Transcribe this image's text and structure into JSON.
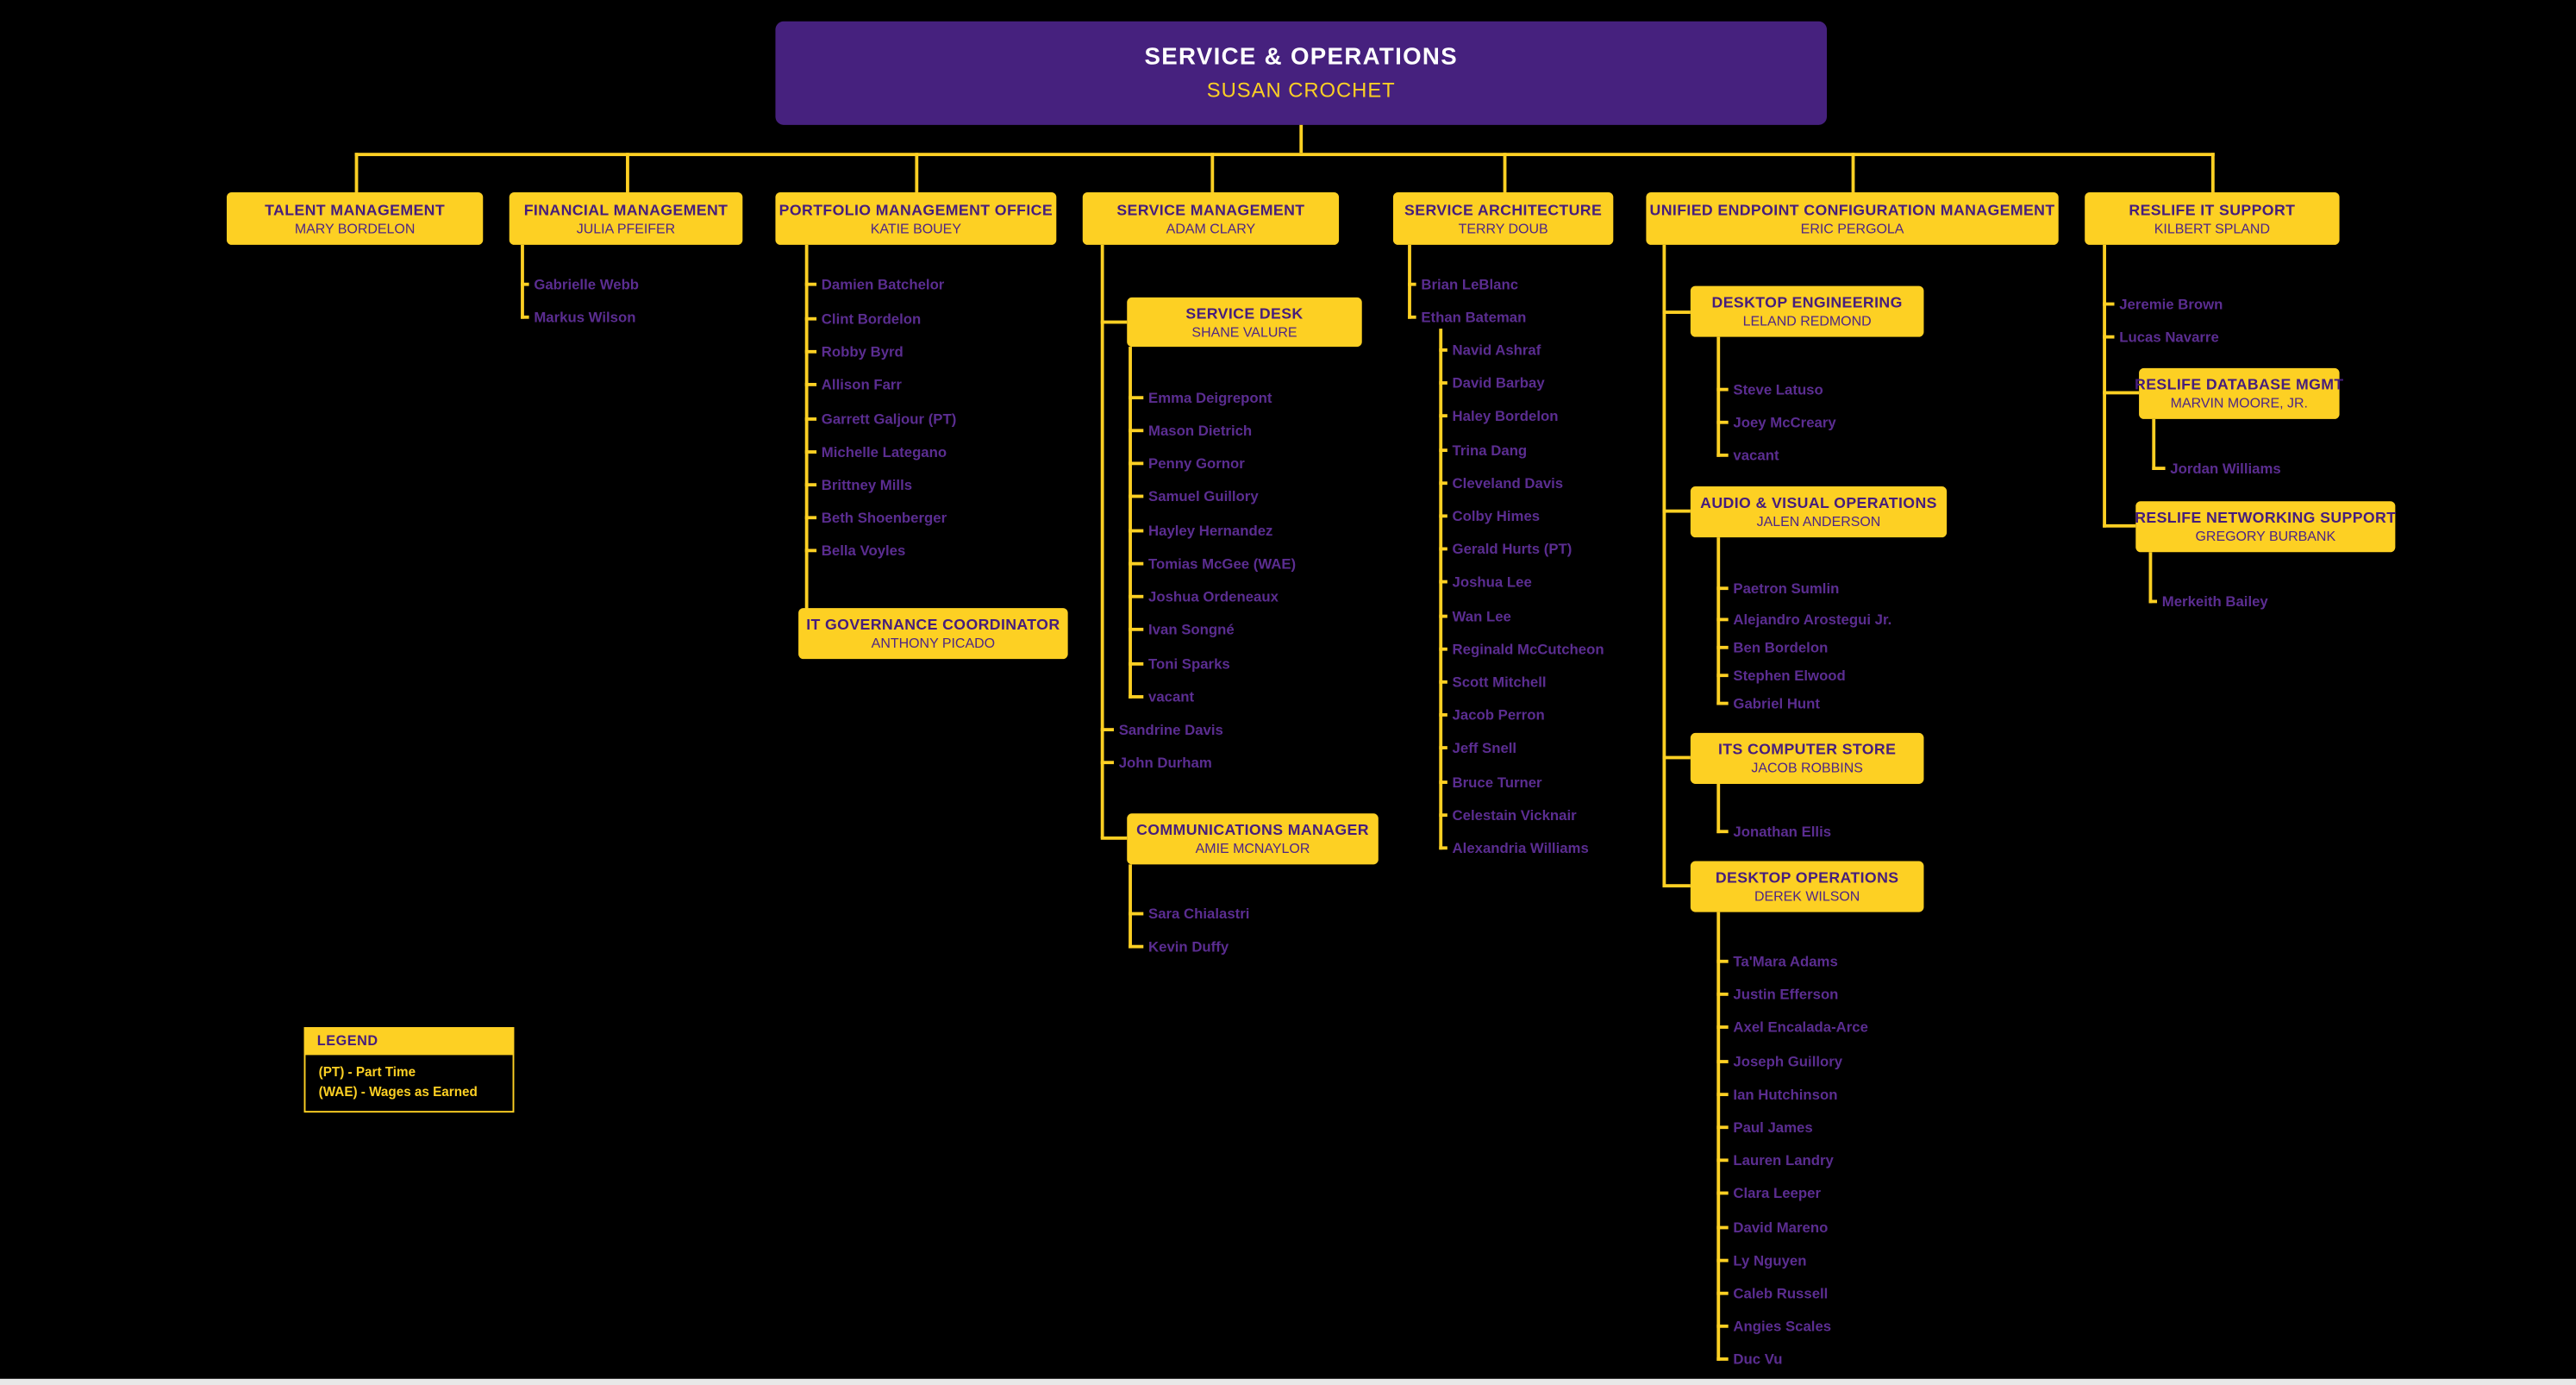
{
  "chart": {
    "root": {
      "title": "SERVICE & OPERATIONS",
      "name": "SUSAN CROCHET"
    },
    "departments": [
      {
        "id": "talent",
        "title": "TALENT MANAGEMENT",
        "name": "MARY BORDELON",
        "members": []
      },
      {
        "id": "financial",
        "title": "FINANCIAL MANAGEMENT",
        "name": "JULIA PFEIFER",
        "members": [
          "Gabrielle Webb",
          "Markus Wilson"
        ]
      },
      {
        "id": "pmo",
        "title": "PORTFOLIO MANAGEMENT OFFICE",
        "name": "KATIE BOUEY",
        "members": [
          "Damien Batchelor",
          "Clint Bordelon",
          "Robby Byrd",
          "Allison Farr",
          "Garrett Galjour (PT)",
          "Michelle Lategano",
          "Brittney Mills",
          "Beth Shoenberger",
          "Bella Voyles"
        ],
        "subunits": [
          {
            "id": "itgov",
            "title": "IT GOVERNANCE COORDINATOR",
            "name": "ANTHONY PICADO",
            "members": []
          }
        ]
      },
      {
        "id": "servmgmt",
        "title": "SERVICE MANAGEMENT",
        "name": "ADAM CLARY",
        "members": [
          "Sandrine Davis",
          "John Durham"
        ],
        "subunits": [
          {
            "id": "servicedesk",
            "title": "SERVICE DESK",
            "name": "SHANE VALURE",
            "members": [
              "Emma Deigrepont",
              "Mason Dietrich",
              "Penny Gornor",
              "Samuel Guillory",
              "Hayley Hernandez",
              "Tomias McGee (WAE)",
              "Joshua Ordeneaux",
              "Ivan Songné",
              "Toni Sparks",
              "vacant"
            ]
          },
          {
            "id": "comms",
            "title": "COMMUNICATIONS MANAGER",
            "name": "AMIE MCNAYLOR",
            "members": [
              "Sara Chialastri",
              "Kevin Duffy"
            ]
          }
        ]
      },
      {
        "id": "servarch",
        "title": "SERVICE ARCHITECTURE",
        "name": "TERRY DOUB",
        "members": [
          "Brian LeBlanc",
          "Ethan Bateman"
        ],
        "teams": [
          {
            "id": "ethan_team",
            "lead": "Ethan Bateman",
            "members": [
              "Navid Ashraf",
              "David Barbay",
              "Haley Bordelon",
              "Trina Dang",
              "Cleveland Davis",
              "Colby Himes",
              "Gerald Hurts (PT)",
              "Joshua Lee",
              "Wan Lee",
              "Reginald McCutcheon",
              "Scott Mitchell",
              "Jacob Perron",
              "Jeff Snell",
              "Bruce Turner",
              "Celestain Vicknair",
              "Alexandria Williams"
            ]
          }
        ]
      },
      {
        "id": "uecm",
        "title": "UNIFIED ENDPOINT CONFIGURATION MANAGEMENT",
        "name": "ERIC PERGOLA",
        "members": [],
        "subunits": [
          {
            "id": "desktopeng",
            "title": "DESKTOP ENGINEERING",
            "name": "LELAND REDMOND",
            "members": [
              "Steve Latuso",
              "Joey McCreary",
              "vacant"
            ]
          },
          {
            "id": "av",
            "title": "AUDIO & VISUAL OPERATIONS",
            "name": "JALEN ANDERSON",
            "members": [
              "Paetron Sumlin",
              "Alejandro Arostegui Jr.",
              "Ben Bordelon",
              "Stephen Elwood",
              "Gabriel Hunt"
            ]
          },
          {
            "id": "store",
            "title": "ITS COMPUTER STORE",
            "name": "JACOB ROBBINS",
            "members": [
              "Jonathan Ellis"
            ]
          },
          {
            "id": "desktopops",
            "title": "DESKTOP OPERATIONS",
            "name": "DEREK WILSON",
            "members": [
              "Ta'Mara Adams",
              "Justin Efferson",
              "Axel Encalada-Arce",
              "Joseph Guillory",
              "Ian Hutchinson",
              "Paul James",
              "Lauren Landry",
              "Clara Leeper",
              "David Mareno",
              "Ly Nguyen",
              "Caleb Russell",
              "Angies Scales",
              "Duc Vu"
            ]
          }
        ]
      },
      {
        "id": "reslife",
        "title": "RESLIFE IT SUPPORT",
        "name": "KILBERT SPLAND",
        "members": [
          "Jeremie Brown",
          "Lucas Navarre"
        ],
        "subunits": [
          {
            "id": "database",
            "title": "RESLIFE DATABASE MGMT",
            "name": "MARVIN MOORE, JR.",
            "members": [
              "Jordan Williams"
            ]
          },
          {
            "id": "networking",
            "title": "RESLIFE NETWORKING SUPPORT",
            "name": "GREGORY BURBANK",
            "members": [
              "Merkeith Bailey"
            ]
          }
        ]
      }
    ],
    "legend": {
      "title": "LEGEND",
      "entries": [
        "(PT) - Part Time",
        "(WAE) - Wages as Earned"
      ]
    },
    "colors": {
      "background": "#000000",
      "gold": "#FDD023",
      "purple": "#46217E",
      "box_text": "#461D7C",
      "member_text": "#5B2D91",
      "root_title_text": "#FFFFFF"
    }
  }
}
